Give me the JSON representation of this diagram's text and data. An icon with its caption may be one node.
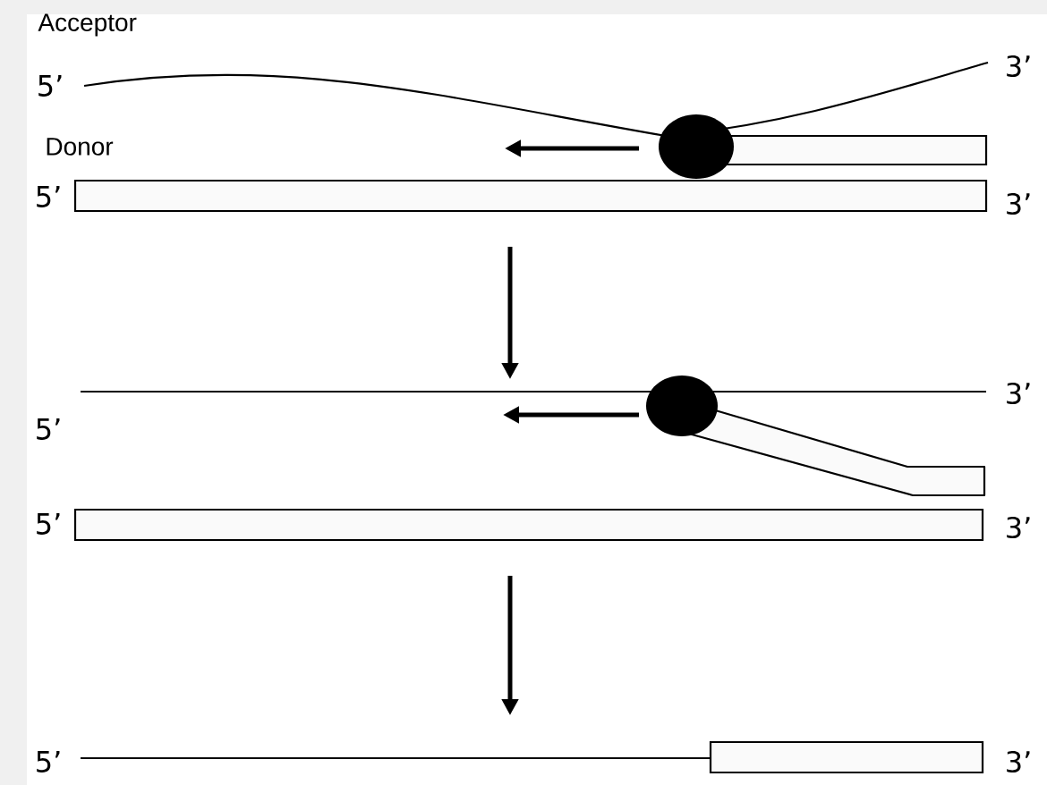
{
  "diagram": {
    "labels": [
      "Acceptor",
      "5’",
      "3’",
      "Donor",
      "5’",
      "3’",
      "3’",
      "5’",
      "5’",
      "3’",
      "5’",
      "3’"
    ]
  }
}
